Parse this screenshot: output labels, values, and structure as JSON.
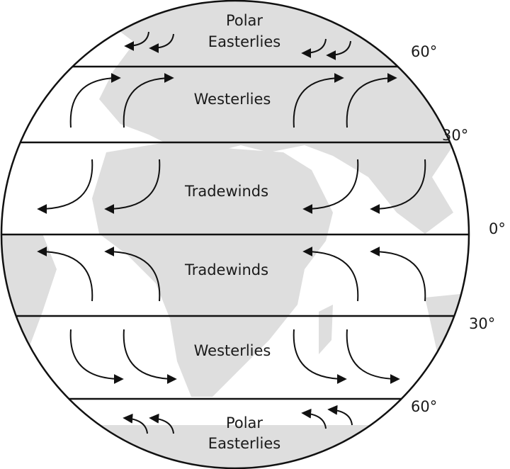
{
  "title": "Global wind belts",
  "bands": {
    "north_polar": {
      "line1": "Polar",
      "line2": "Easterlies"
    },
    "north_westerlies": "Westerlies",
    "north_tradewinds": "Tradewinds",
    "south_tradewinds": "Tradewinds",
    "south_westerlies": "Westerlies",
    "south_polar": {
      "line1": "Polar",
      "line2": "Easterlies"
    }
  },
  "latitudes": {
    "n60": "60°",
    "n30": "30°",
    "eq": "0°",
    "s30": "30°",
    "s60": "60°"
  },
  "colors": {
    "land": "#dedede",
    "ink": "#111111"
  }
}
